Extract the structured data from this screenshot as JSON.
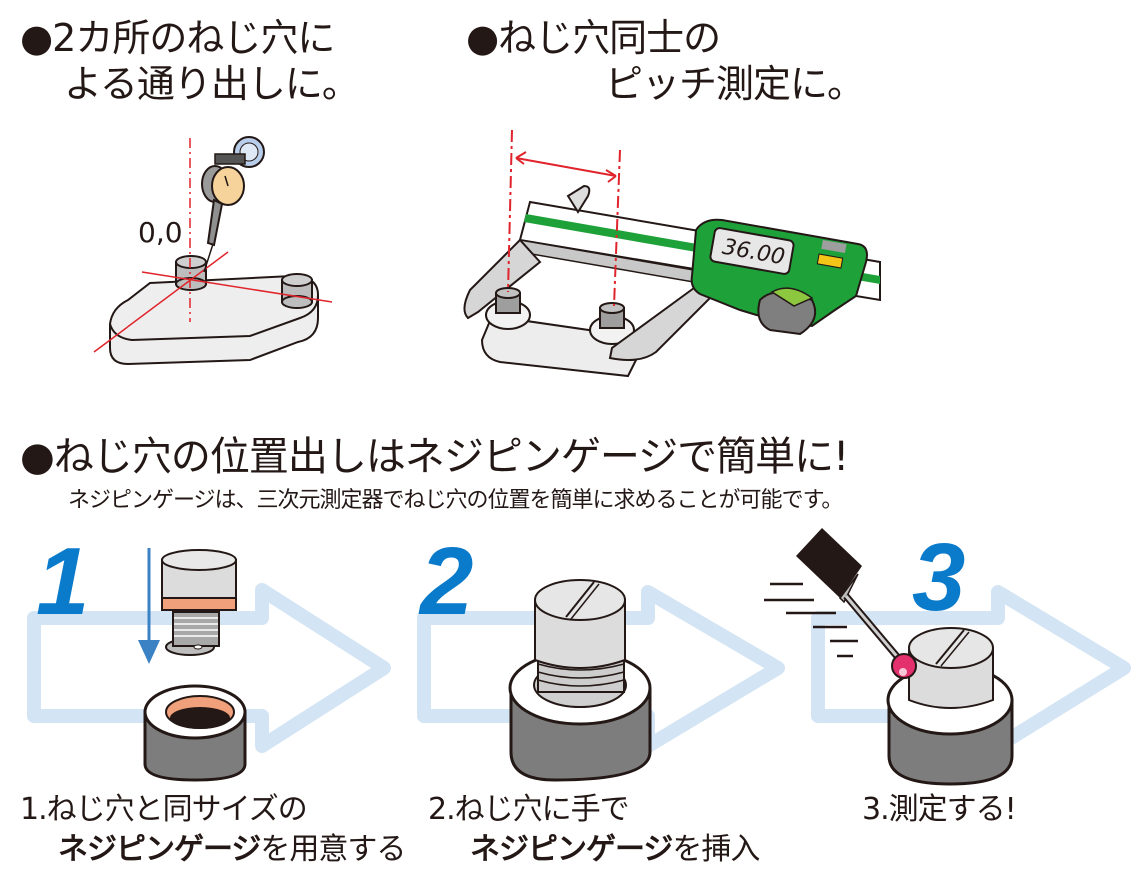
{
  "section1": {
    "bullet": "●",
    "line1": "2カ所のねじ穴に",
    "line2": "よる通り出しに。",
    "origin_label": "0,0"
  },
  "section2": {
    "bullet": "●",
    "line1": "ねじ穴同士の",
    "line2": "ピッチ測定に。",
    "display_value": "36.00"
  },
  "section3": {
    "bullet": "●",
    "heading": "ねじ穴の位置出しはネジピンゲージで簡単に!",
    "description": "ネジピンゲージは、三次元測定器でねじ穴の位置を簡単に求めることが可能です。"
  },
  "steps": [
    {
      "number": "1",
      "caption_line1": "1.ねじ穴と同サイズの",
      "caption_bold": "ネジピンゲージ",
      "caption_rest": "を用意する"
    },
    {
      "number": "2",
      "caption_line1": "2.ねじ穴に手で",
      "caption_bold": "ネジピンゲージ",
      "caption_rest": "を挿入"
    },
    {
      "number": "3",
      "caption_line1": "3.測定する!",
      "caption_bold": "",
      "caption_rest": ""
    }
  ],
  "colors": {
    "step_blue": "#0a7acb",
    "arrow_light_blue": "#d3e4f4",
    "guide_red": "#e0242b",
    "caliper_green": "#1fa13a",
    "thread_orange": "#f0a07a",
    "probe_pink": "#e4306d"
  }
}
